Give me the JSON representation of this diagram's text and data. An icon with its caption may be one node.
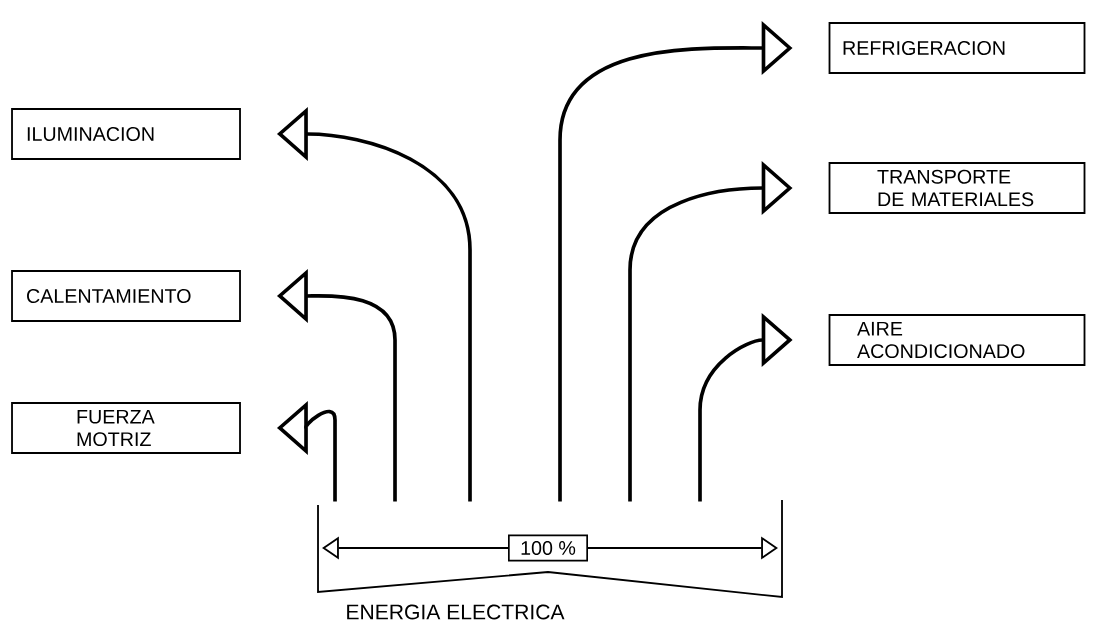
{
  "diagram": {
    "nodes": [
      {
        "text": [
          "ENERGIA ELECTRICA"
        ]
      },
      {
        "text": [
          "ILUMINACION"
        ]
      },
      {
        "text": [
          "CALENTAMIENTO"
        ]
      },
      {
        "text": [
          "FUERZA MOTRIZ"
        ]
      },
      {
        "text": [
          "REFRIGERACION"
        ]
      },
      {
        "text": [
          "TRANSPORTE DE MATERIALES"
        ]
      },
      {
        "text": [
          "AIRE ACONDICIONADO"
        ]
      }
    ],
    "edges": [
      {
        "from": 0,
        "to": 1,
        "arrow": "to"
      },
      {
        "from": 0,
        "to": 2,
        "arrow": "to"
      },
      {
        "from": 0,
        "to": 3,
        "arrow": "to"
      },
      {
        "from": 0,
        "to": 4,
        "arrow": "to"
      },
      {
        "from": 0,
        "to": 5,
        "arrow": "to"
      },
      {
        "from": 0,
        "to": 6,
        "arrow": "to"
      }
    ],
    "labels": [
      "100 %"
    ]
  }
}
